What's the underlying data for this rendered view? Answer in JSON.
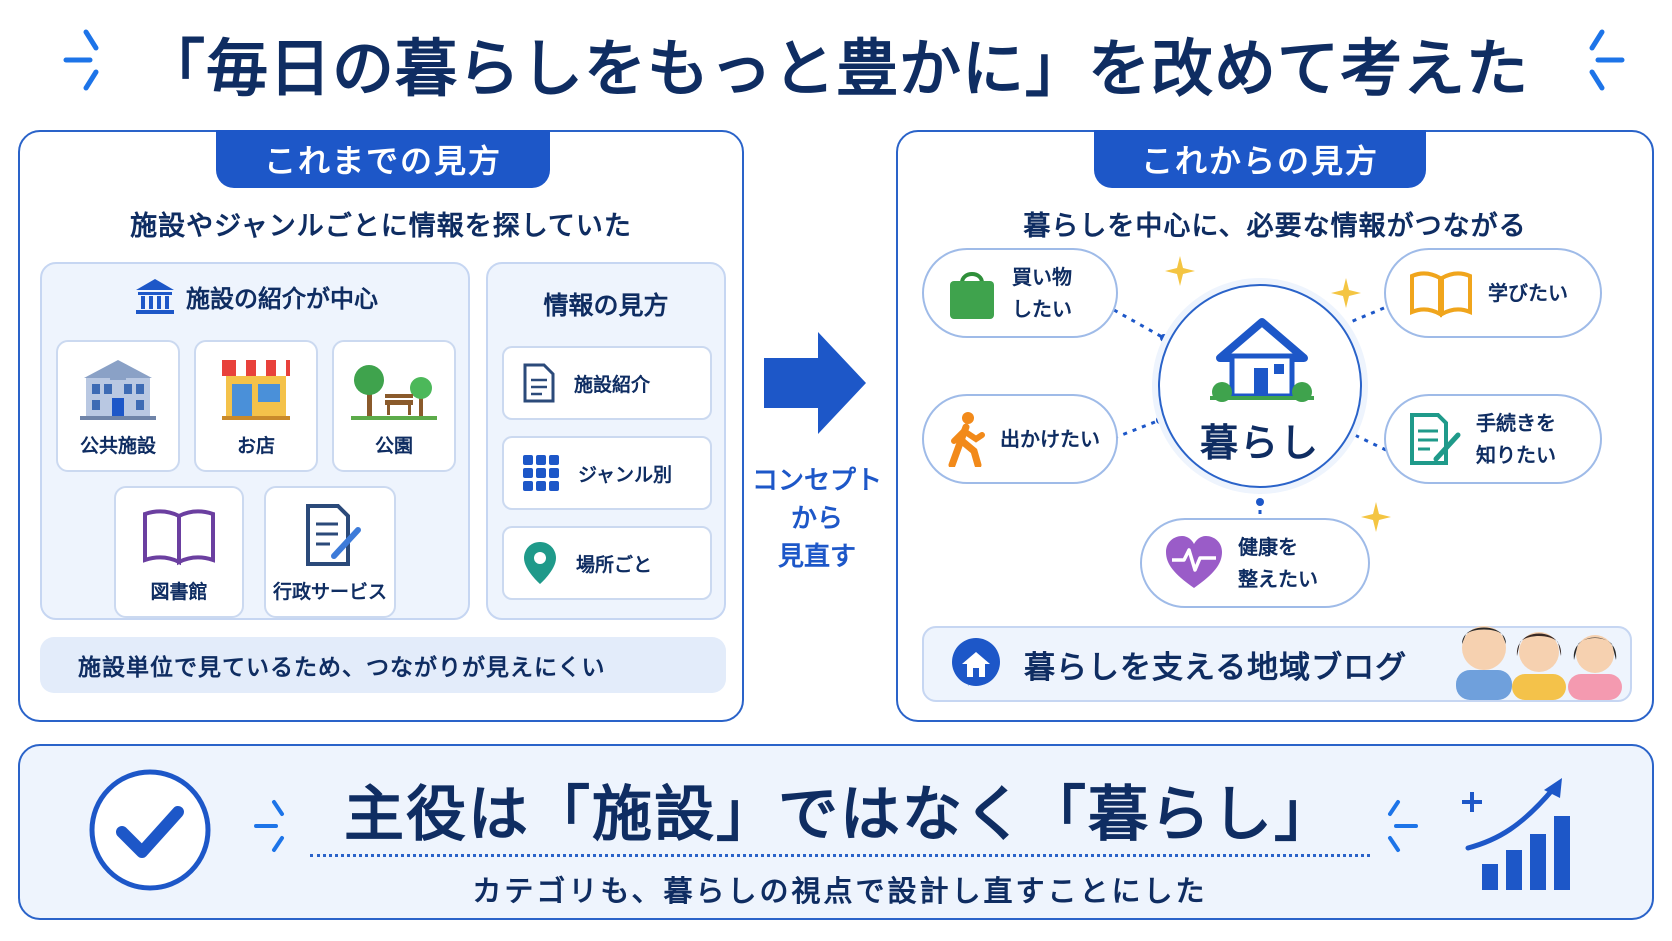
{
  "title": "「毎日の暮らしをもっと豊かに」を改めて考えた",
  "left_panel": {
    "tab": "これまでの見方",
    "subtitle": "施設やジャンルごとに情報を探していた",
    "facility_box": {
      "heading": "施設の紹介が中心",
      "cards": [
        {
          "label": "公共施設",
          "icon": "building-icon"
        },
        {
          "label": "お店",
          "icon": "shop-icon"
        },
        {
          "label": "公園",
          "icon": "park-icon"
        },
        {
          "label": "図書館",
          "icon": "book-icon"
        },
        {
          "label": "行政サービス",
          "icon": "document-pen-icon"
        }
      ]
    },
    "info_box": {
      "heading": "情報の見方",
      "items": [
        {
          "label": "施設紹介",
          "icon": "document-icon"
        },
        {
          "label": "ジャンル別",
          "icon": "grid-icon"
        },
        {
          "label": "場所ごと",
          "icon": "map-pin-icon"
        }
      ]
    },
    "note": "施設単位で見ているため、つながりが見えにくい"
  },
  "middle": {
    "line1": "コンセプト",
    "line2": "から",
    "line3": "見直す"
  },
  "right_panel": {
    "tab": "これからの見方",
    "subtitle": "暮らしを中心に、必要な情報がつながる",
    "hub": "暮らし",
    "nodes": [
      {
        "line1": "買い物",
        "line2": "したい",
        "icon": "shopping-bag-icon"
      },
      {
        "line1": "学びたい",
        "line2": "",
        "icon": "open-book-icon"
      },
      {
        "line1": "出かけたい",
        "line2": "",
        "icon": "walking-person-icon"
      },
      {
        "line1": "手続きを",
        "line2": "知りたい",
        "icon": "document-pen-icon"
      },
      {
        "line1": "健康を",
        "line2": "整えたい",
        "icon": "heart-pulse-icon"
      }
    ],
    "blog": "暮らしを支える地域ブログ"
  },
  "bottom": {
    "main": "主役は「施設」ではなく「暮らし」",
    "sub": "カテゴリも、暮らしの視点で設計し直すことにした"
  },
  "colors": {
    "navy": "#0f2d62",
    "blue": "#1d57c8",
    "light_blue": "#eef4fd",
    "border": "#2a63c9"
  }
}
